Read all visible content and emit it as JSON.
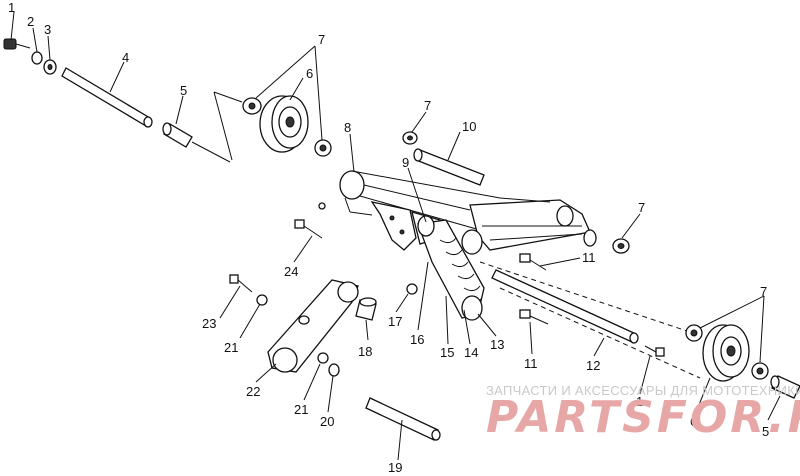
{
  "diagram": {
    "callouts": [
      {
        "id": "c1a",
        "text": "1"
      },
      {
        "id": "c2",
        "text": "2"
      },
      {
        "id": "c3",
        "text": "3"
      },
      {
        "id": "c4",
        "text": "4"
      },
      {
        "id": "c5a",
        "text": "5"
      },
      {
        "id": "c6a",
        "text": "6"
      },
      {
        "id": "c7a",
        "text": "7"
      },
      {
        "id": "c8",
        "text": "8"
      },
      {
        "id": "c7b",
        "text": "7"
      },
      {
        "id": "c10",
        "text": "10"
      },
      {
        "id": "c9",
        "text": "9"
      },
      {
        "id": "c7c",
        "text": "7"
      },
      {
        "id": "c11a",
        "text": "11"
      },
      {
        "id": "c24",
        "text": "24"
      },
      {
        "id": "c23",
        "text": "23"
      },
      {
        "id": "c21a",
        "text": "21"
      },
      {
        "id": "c18",
        "text": "18"
      },
      {
        "id": "c17",
        "text": "17"
      },
      {
        "id": "c16",
        "text": "16"
      },
      {
        "id": "c15",
        "text": "15"
      },
      {
        "id": "c14",
        "text": "14"
      },
      {
        "id": "c13",
        "text": "13"
      },
      {
        "id": "c11b",
        "text": "11"
      },
      {
        "id": "c12",
        "text": "12"
      },
      {
        "id": "c22",
        "text": "22"
      },
      {
        "id": "c21b",
        "text": "21"
      },
      {
        "id": "c20",
        "text": "20"
      },
      {
        "id": "c1b",
        "text": "1"
      },
      {
        "id": "c7d",
        "text": "7"
      },
      {
        "id": "c6b",
        "text": "6"
      },
      {
        "id": "c5b",
        "text": "5"
      },
      {
        "id": "c19",
        "text": "19"
      }
    ]
  },
  "watermark": {
    "caption": "ЗАПЧАСТИ И АКСЕССУАРЫ ДЛЯ МОТОТЕХНИКИ",
    "brand": "PARTSFOR.RU"
  }
}
